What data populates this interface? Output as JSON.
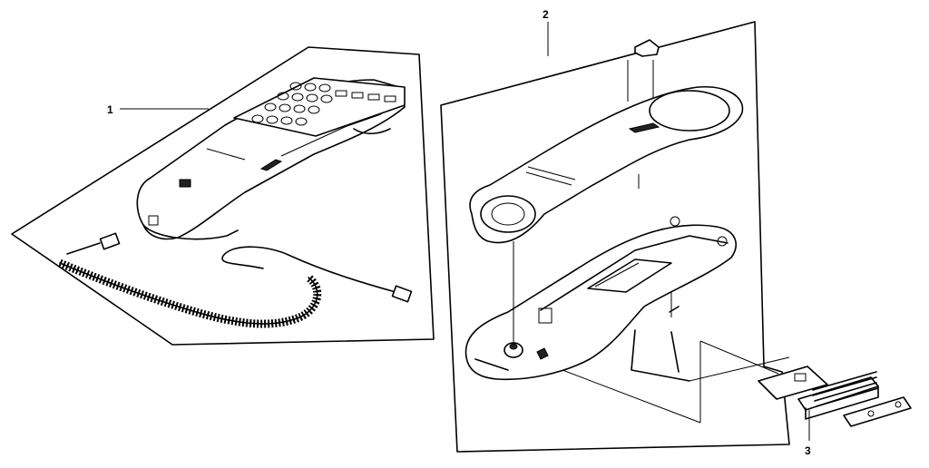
{
  "diagram": {
    "callouts": [
      {
        "id": "1",
        "label": "1"
      },
      {
        "id": "2",
        "label": "2"
      },
      {
        "id": "3",
        "label": "3"
      }
    ],
    "parts": [
      {
        "callout": "1",
        "icon": "telephone-handset-assembly-icon"
      },
      {
        "callout": "2",
        "icon": "handset-housing-exploded-icon"
      },
      {
        "callout": "3",
        "icon": "circuit-board-bracket-icon"
      }
    ]
  }
}
